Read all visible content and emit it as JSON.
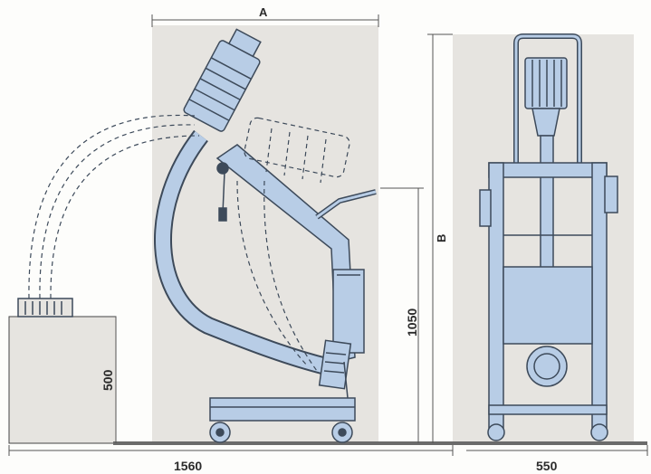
{
  "dimensions": {
    "width_label": "A",
    "height_label": "B",
    "height_1050": "1050",
    "height_500": "500",
    "length_1560": "1560",
    "width_550": "550"
  },
  "colors": {
    "panel_fill": "#e6e4e0",
    "machine_fill": "#b8cde6",
    "machine_stroke": "#3d4a5a",
    "dim_line": "#555555",
    "ground": "#6b6b6b"
  }
}
